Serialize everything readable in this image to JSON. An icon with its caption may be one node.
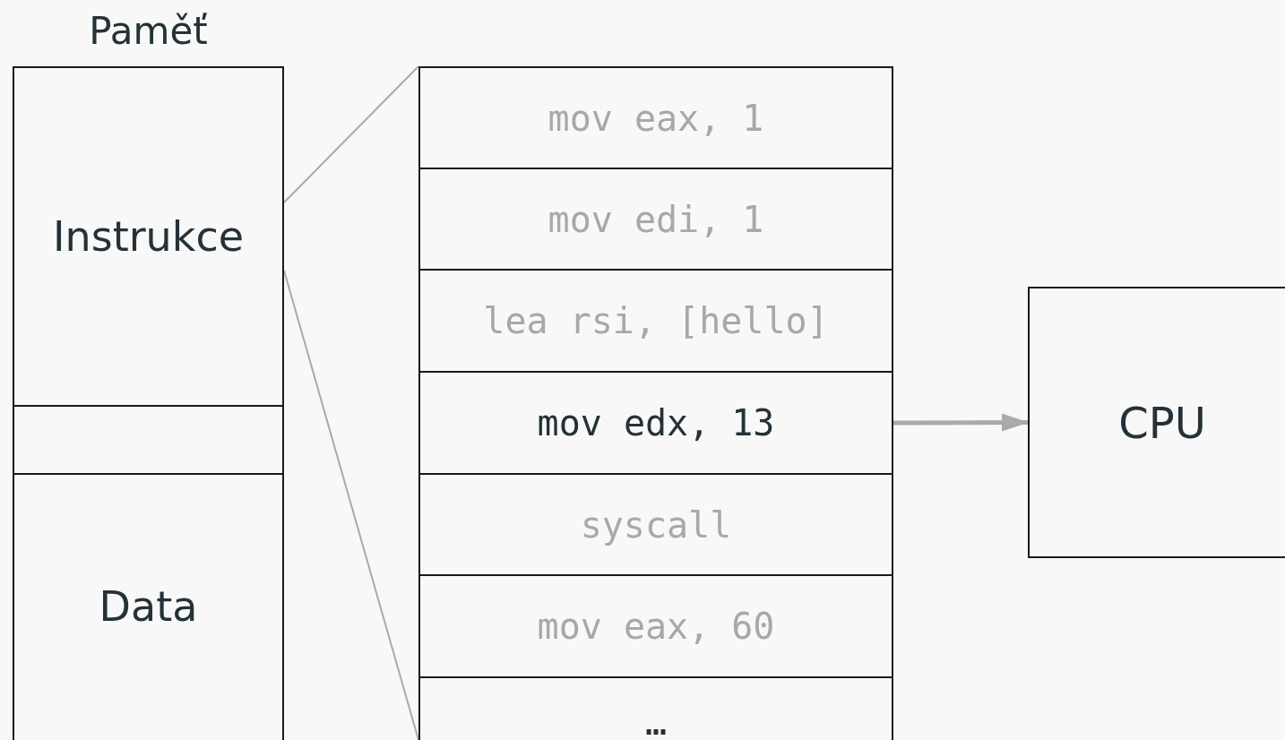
{
  "diagram": {
    "nodes": [
      {
        "text": [
          "Paměť"
        ]
      },
      {
        "text": [
          "Instrukce"
        ],
        "in": 0
      },
      {
        "text": [
          "Data"
        ],
        "in": 0
      },
      {
        "text": [
          "mov eax, 1"
        ]
      },
      {
        "text": [
          "mov edi, 1"
        ]
      },
      {
        "text": [
          "lea rsi, [hello]"
        ]
      },
      {
        "text": [
          "mov edx, 13"
        ]
      },
      {
        "text": [
          "syscall"
        ]
      },
      {
        "text": [
          "mov eax, 60"
        ]
      },
      {
        "text": [
          "…"
        ]
      },
      {
        "text": [
          "CPU"
        ]
      }
    ],
    "edges": [
      {
        "from": 6,
        "to": 10,
        "arrow": "to",
        "style": "thick"
      },
      {
        "from": 1,
        "to": 3,
        "arrow": "none"
      },
      {
        "from": 1,
        "to": 9,
        "arrow": "none"
      }
    ]
  }
}
